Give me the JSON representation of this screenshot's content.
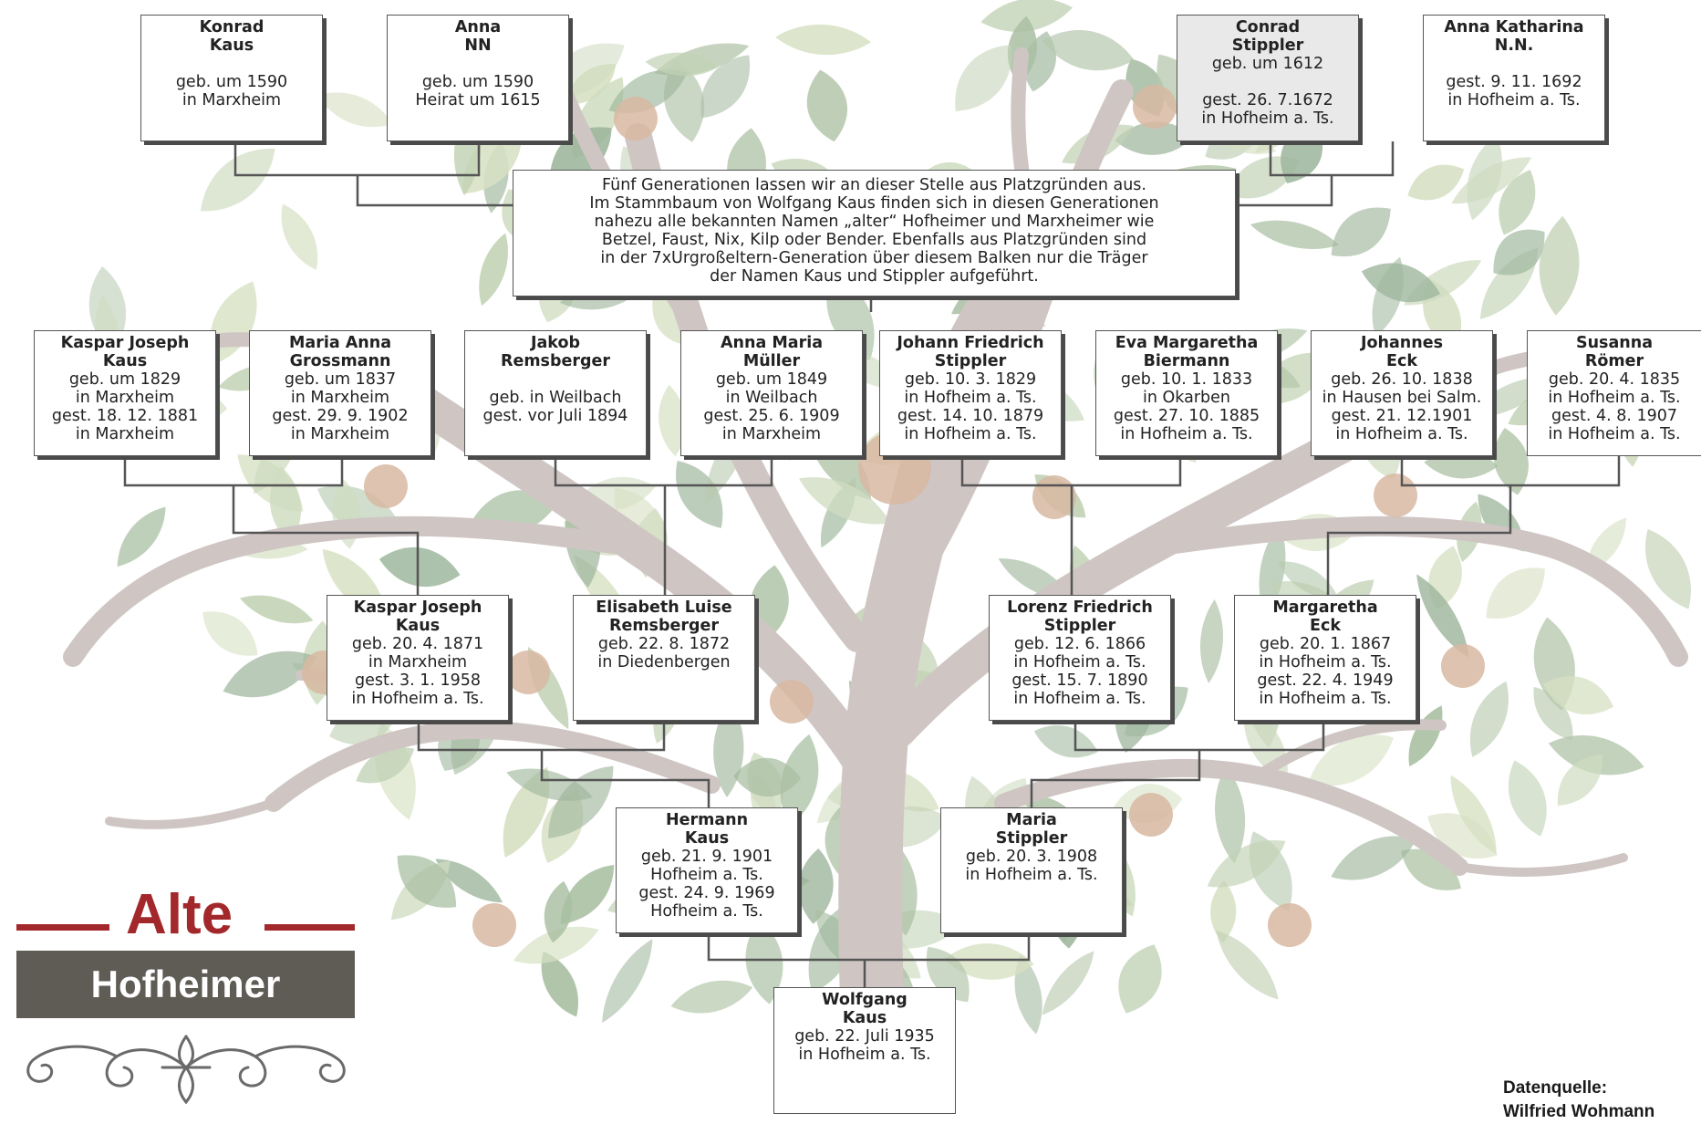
{
  "banner": {
    "title": "Alte",
    "subtitle": "Hofheimer"
  },
  "source": {
    "label": "Datenquelle:",
    "name": "Wilfried Wohmann"
  },
  "note": {
    "lines": [
      "Fünf Generationen lassen wir an dieser Stelle aus Platzgründen aus.",
      "Im Stammbaum von Wolfgang Kaus finden sich in diesen Generationen",
      "nahezu alle bekannten Namen „alter“ Hofheimer und Marxheimer wie",
      "Betzel, Faust, Nix, Kilp oder Bender. Ebenfalls aus Platzgründen sind",
      "in der 7xUrgroßeltern-Generation über diesem Balken nur die Träger",
      "der Namen Kaus und Stippler aufgeführt."
    ]
  },
  "ancestors_top": [
    {
      "name1": "Konrad",
      "name2": "Kaus",
      "d1": "geb. um 1590",
      "d2": "in Marxheim"
    },
    {
      "name1": "Anna",
      "name2": "NN",
      "d1": "geb. um 1590",
      "d2": "Heirat um 1615"
    },
    {
      "name1": "Conrad",
      "name2": "Stippler",
      "d1": "geb. um 1612",
      "d2": "gest. 26. 7.1672",
      "d3": "in Hofheim a. Ts."
    },
    {
      "name1": "Anna Katharina",
      "name2": "N.N.",
      "d1": "gest. 9. 11. 1692",
      "d2": "in Hofheim a. Ts."
    }
  ],
  "great_grandparents": [
    {
      "name1": "Kaspar Joseph",
      "name2": "Kaus",
      "d1": "geb. um 1829",
      "d2": "in Marxheim",
      "d3": "gest. 18. 12. 1881",
      "d4": "in Marxheim"
    },
    {
      "name1": "Maria Anna",
      "name2": "Grossmann",
      "d1": "geb. um 1837",
      "d2": "in Marxheim",
      "d3": "gest. 29. 9. 1902",
      "d4": "in Marxheim"
    },
    {
      "name1": "Jakob",
      "name2": "Remsberger",
      "d1": "geb. in Weilbach",
      "d2": "gest. vor Juli 1894"
    },
    {
      "name1": "Anna Maria",
      "name2": "Müller",
      "d1": "geb. um 1849",
      "d2": "in Weilbach",
      "d3": "gest. 25. 6. 1909",
      "d4": "in Marxheim"
    },
    {
      "name1": "Johann Friedrich",
      "name2": "Stippler",
      "d1": "geb. 10. 3. 1829",
      "d2": "in Hofheim a. Ts.",
      "d3": "gest. 14. 10. 1879",
      "d4": "in Hofheim a. Ts."
    },
    {
      "name1": "Eva Margaretha",
      "name2": "Biermann",
      "d1": "geb. 10. 1. 1833",
      "d2": "in Okarben",
      "d3": "gest. 27. 10. 1885",
      "d4": "in Hofheim a. Ts."
    },
    {
      "name1": "Johannes",
      "name2": "Eck",
      "d1": "geb. 26. 10. 1838",
      "d2": "in Hausen bei Salm.",
      "d3": "gest. 21. 12.1901",
      "d4": "in Hofheim a. Ts."
    },
    {
      "name1": "Susanna",
      "name2": "Römer",
      "d1": "geb. 20. 4. 1835",
      "d2": "in Hofheim a. Ts.",
      "d3": "gest. 4. 8. 1907",
      "d4": "in Hofheim a. Ts."
    }
  ],
  "grandparents": [
    {
      "name1": "Kaspar Joseph",
      "name2": "Kaus",
      "d1": "geb. 20. 4. 1871",
      "d2": "in Marxheim",
      "d3": "gest. 3. 1. 1958",
      "d4": "in Hofheim a. Ts."
    },
    {
      "name1": "Elisabeth Luise",
      "name2": "Remsberger",
      "d1": "geb. 22. 8. 1872",
      "d2": "in Diedenbergen"
    },
    {
      "name1": "Lorenz Friedrich",
      "name2": "Stippler",
      "d1": "geb. 12. 6. 1866",
      "d2": "in Hofheim a. Ts.",
      "d3": "gest. 15. 7. 1890",
      "d4": "in Hofheim a. Ts."
    },
    {
      "name1": "Margaretha",
      "name2": "Eck",
      "d1": "geb. 20. 1. 1867",
      "d2": "in Hofheim a. Ts.",
      "d3": "gest. 22. 4. 1949",
      "d4": "in Hofheim a. Ts."
    }
  ],
  "parents": [
    {
      "name1": "Hermann",
      "name2": "Kaus",
      "d1": "geb. 21. 9. 1901",
      "d2": "Hofheim a. Ts.",
      "d3": "gest. 24. 9. 1969",
      "d4": "Hofheim a. Ts."
    },
    {
      "name1": "Maria",
      "name2": "Stippler",
      "d1": "geb. 20. 3. 1908",
      "d2": "in Hofheim a. Ts."
    }
  ],
  "root": {
    "name1": "Wolfgang",
    "name2": "Kaus",
    "d1": "geb. 22. Juli 1935",
    "d2": "in Hofheim a. Ts."
  }
}
